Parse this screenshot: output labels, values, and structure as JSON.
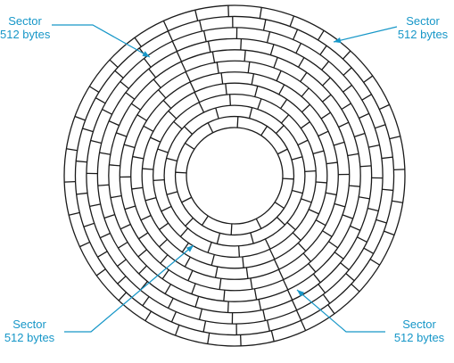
{
  "colors": {
    "line": "#1a1a1a",
    "accent": "#1797c8",
    "label_text": "#1797c8",
    "background": "#ffffff"
  },
  "diagram": {
    "track_count": 11,
    "sectors_per_track": [
      12,
      12,
      16,
      18,
      20,
      22,
      24,
      26,
      28,
      30,
      32
    ],
    "labels": [
      {
        "line1": "Sector",
        "line2": "512 bytes"
      },
      {
        "line1": "Sector",
        "line2": "512 bytes"
      },
      {
        "line1": "Sector",
        "line2": "512 bytes"
      },
      {
        "line1": "Sector",
        "line2": "512 bytes"
      }
    ]
  }
}
